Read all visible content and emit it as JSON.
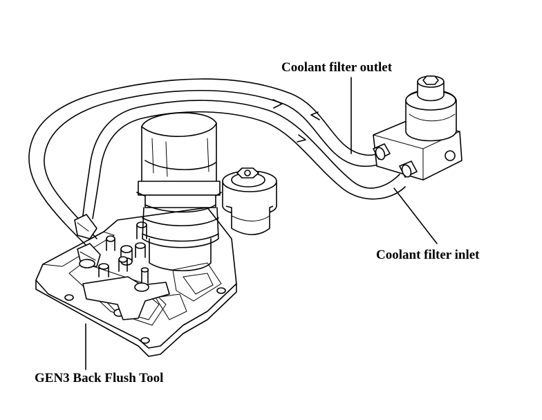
{
  "labels": {
    "outlet": "Coolant filter outlet",
    "inlet": "Coolant filter inlet",
    "tool": "GEN3 Back Flush Tool"
  }
}
